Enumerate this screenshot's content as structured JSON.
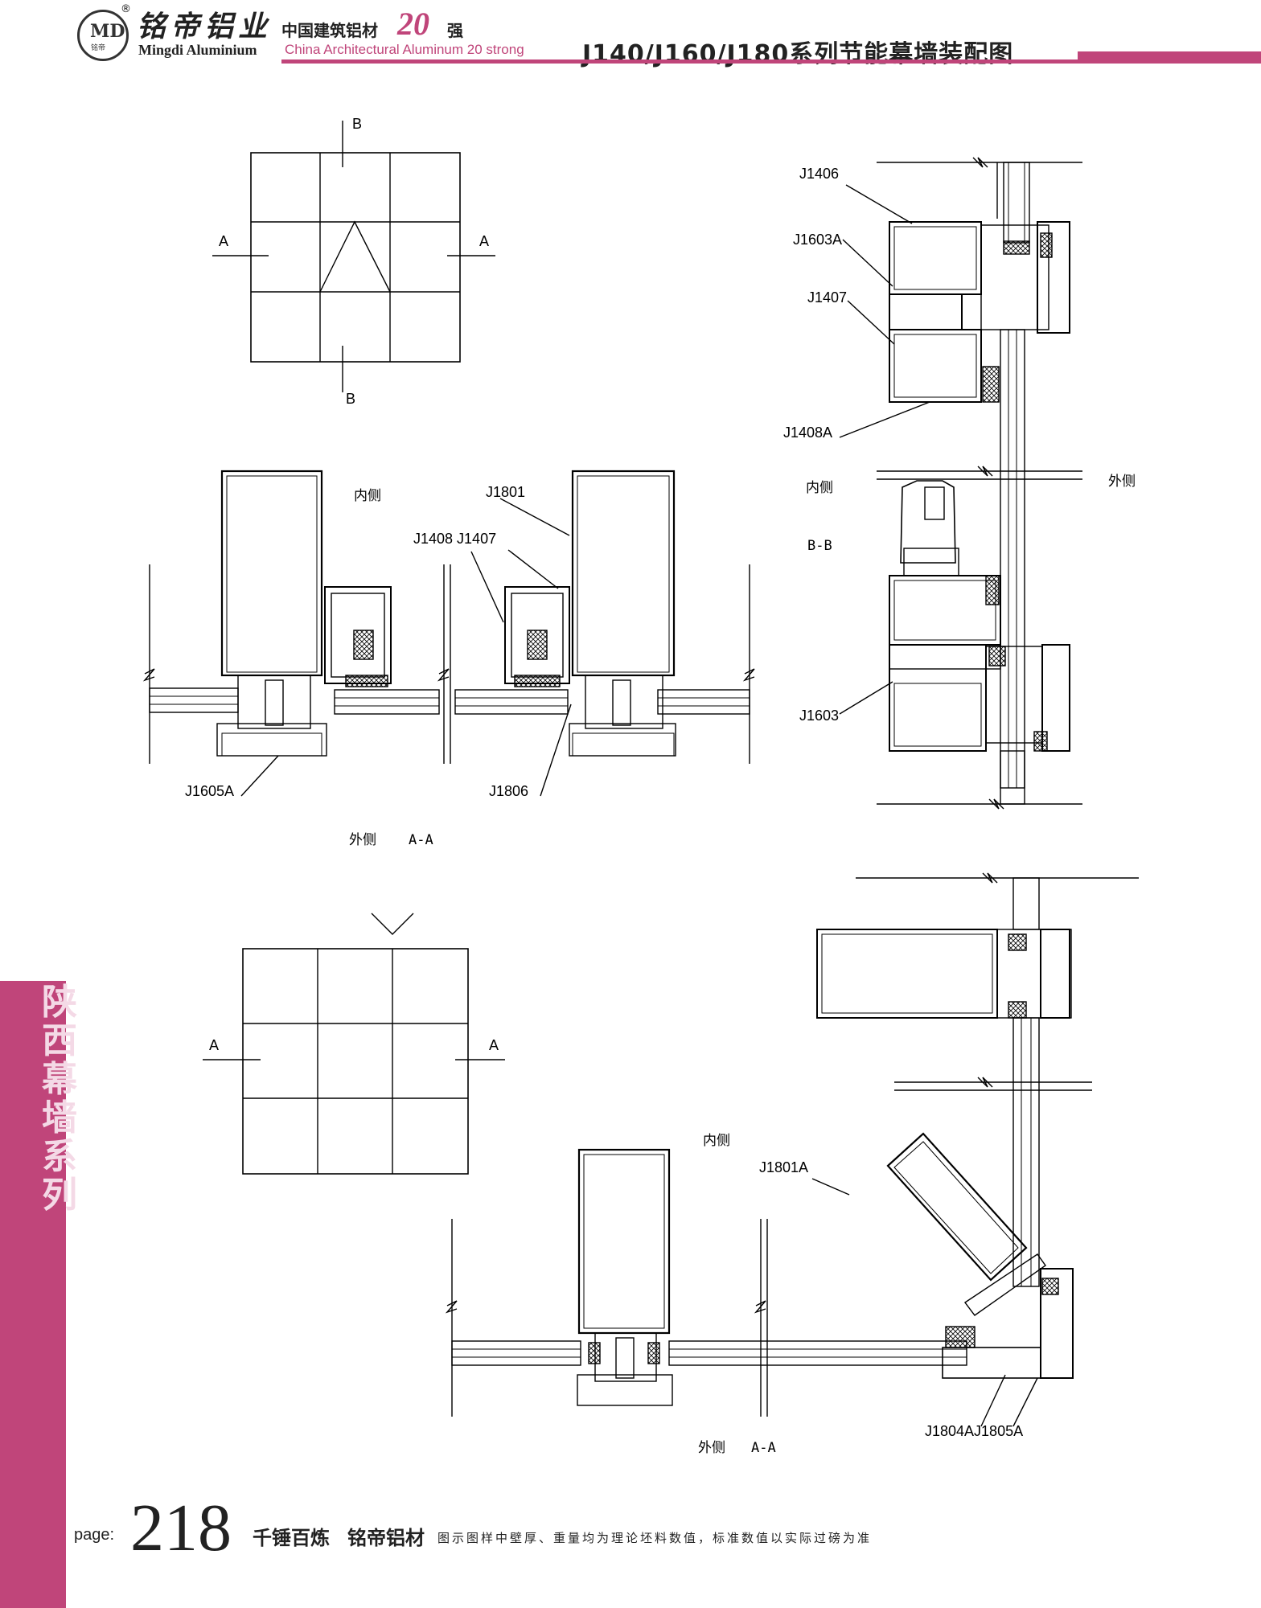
{
  "header": {
    "logo_mark": "MD",
    "logo_sub": "铭帝",
    "registered": "®",
    "brand_cn": "铭帝铝业",
    "brand_en": "Mingdi Aluminium",
    "slogan_cn": "中国建筑铝材",
    "slogan_number": "20",
    "slogan_strong": "强",
    "slogan_en": "China Architectural Aluminum 20 strong",
    "title": "J140/J160/J180系列节能幕墙装配图",
    "accent_color": "#c0457a"
  },
  "sidebar": {
    "vertical_title": [
      "陕",
      "西",
      "幕",
      "墙",
      "系",
      "列"
    ]
  },
  "labels": {
    "grid1_top": "B",
    "grid1_bottom": "B",
    "grid1_left": "A",
    "grid1_right": "A",
    "grid2_left": "A",
    "grid2_right": "A",
    "aa_inside": "内侧",
    "aa_outside": "外侧",
    "aa_section": "A-A",
    "j1801": "J1801",
    "j1408_j1407": "J1408 J1407",
    "j1605a": "J1605A",
    "j1806": "J1806",
    "bb_j1406": "J1406",
    "bb_j1603a": "J1603A",
    "bb_j1407": "J1407",
    "bb_j1408a": "J1408A",
    "bb_inside": "内侧",
    "bb_outside": "外侧",
    "bb_section": "B-B",
    "bb_j1603": "J1603",
    "corner_inside": "内侧",
    "corner_j1801a": "J1801A",
    "corner_j1804a_j1805a": "J1804AJ1805A",
    "corner_outside": "外侧",
    "corner_section": "A-A"
  },
  "footer": {
    "page_label": "page:",
    "page_number": "218",
    "slogan": "千锤百炼",
    "brand": "铭帝铝材",
    "note": "图示图样中壁厚、重量均为理论坯料数值，标准数值以实际过磅为准"
  }
}
